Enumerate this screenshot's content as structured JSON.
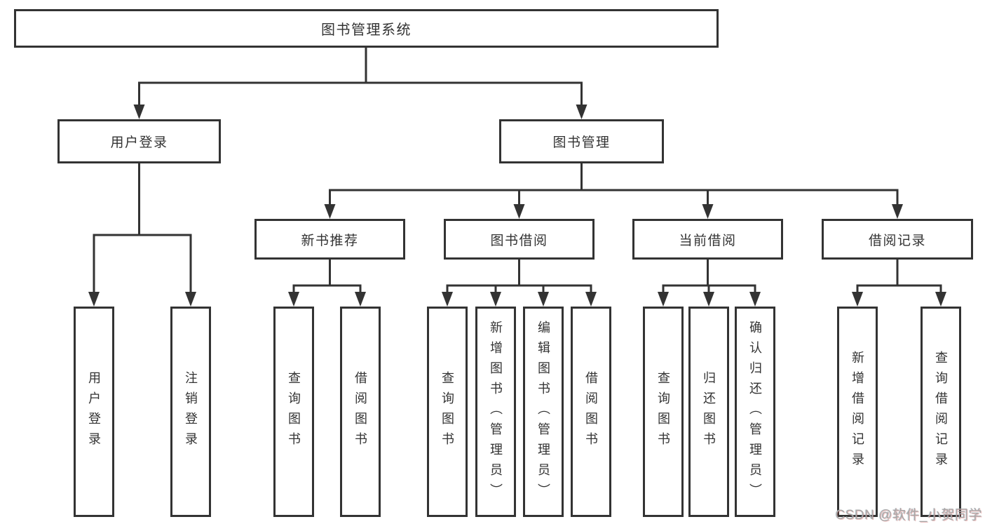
{
  "tree": {
    "label": "图书管理系统",
    "children": [
      {
        "label": "用户登录",
        "children": [
          {
            "label": "用户登录"
          },
          {
            "label": "注销登录"
          }
        ]
      },
      {
        "label": "图书管理",
        "children": [
          {
            "label": "新书推荐",
            "children": [
              {
                "label": "查询图书"
              },
              {
                "label": "借阅图书"
              }
            ]
          },
          {
            "label": "图书借阅",
            "children": [
              {
                "label": "查询图书"
              },
              {
                "label": "新增图书（管理员）"
              },
              {
                "label": "编辑图书（管理员）"
              },
              {
                "label": "借阅图书"
              }
            ]
          },
          {
            "label": "当前借阅",
            "children": [
              {
                "label": "查询图书"
              },
              {
                "label": "归还图书"
              },
              {
                "label": "确认归还（管理员）"
              }
            ]
          },
          {
            "label": "借阅记录",
            "children": [
              {
                "label": "新增借阅记录"
              },
              {
                "label": "查询借阅记录"
              }
            ]
          }
        ]
      }
    ]
  },
  "watermark": {
    "text": "CSDN @软件_小贺同学"
  },
  "colors": {
    "line": "#333333",
    "text": "#333333",
    "watermark": "#a8a8a8"
  }
}
